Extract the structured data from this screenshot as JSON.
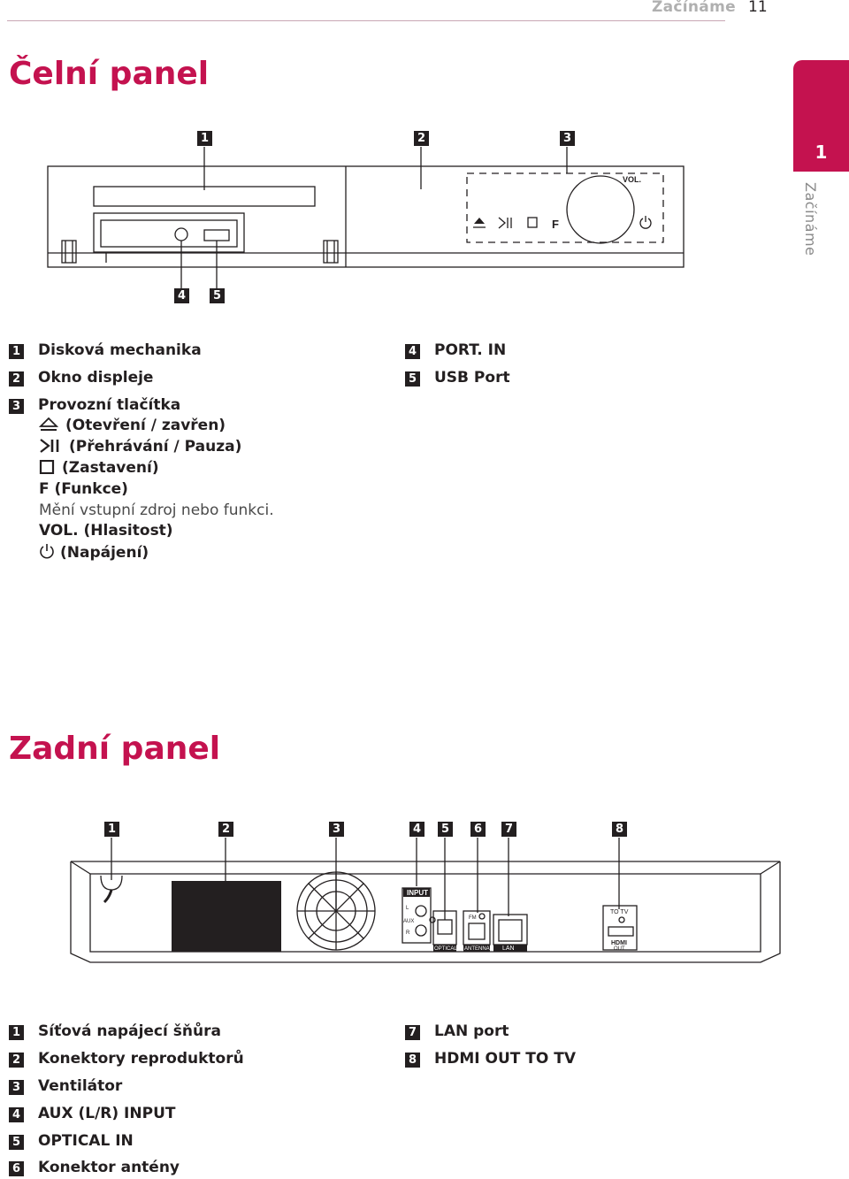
{
  "header": {
    "section": "Začínáme",
    "page": "11"
  },
  "side_tab": {
    "number": "1",
    "label": "Začínáme"
  },
  "front_panel": {
    "title": "Čelní panel",
    "callouts_top": [
      "1",
      "2",
      "3"
    ],
    "callouts_bottom": [
      "4",
      "5"
    ],
    "device_label": "VOL.",
    "device_f": "F",
    "items_left": [
      {
        "num": "1",
        "label": "Disková mechanika"
      },
      {
        "num": "2",
        "label": "Okno displeje"
      },
      {
        "num": "3",
        "label": "Provozní tlačítka"
      }
    ],
    "items_right": [
      {
        "num": "4",
        "label": "PORT. IN"
      },
      {
        "num": "5",
        "label": "USB Port"
      }
    ],
    "buttons": {
      "eject": "(Otevření / zavřen)",
      "play": "(Přehrávání / Pauza)",
      "stop": "(Zastavení)",
      "func": "F (Funkce)",
      "func_desc": "Mění vstupní zdroj nebo funkci.",
      "vol": "VOL. (Hlasitost)",
      "power": "(Napájení)"
    }
  },
  "rear_panel": {
    "title": "Zadní panel",
    "callouts": [
      "1",
      "2",
      "3",
      "4",
      "5",
      "6",
      "7",
      "8"
    ],
    "device_labels": {
      "input": "INPUT",
      "aux_l": "L",
      "aux": "AUX",
      "aux_r": "R",
      "optical": "OPTICAL IN",
      "fm": "FM",
      "antenna": "ANTENNA",
      "lan": "LAN",
      "to_tv": "TO TV",
      "hdmi": "HDMI",
      "out": "OUT"
    },
    "items_left": [
      {
        "num": "1",
        "label": "Síťová napájecí šňůra"
      },
      {
        "num": "2",
        "label": "Konektory reproduktorů"
      },
      {
        "num": "3",
        "label": "Ventilátor"
      },
      {
        "num": "4",
        "label": "AUX (L/R) INPUT"
      },
      {
        "num": "5",
        "label": "OPTICAL IN"
      },
      {
        "num": "6",
        "label": "Konektor antény"
      }
    ],
    "items_right": [
      {
        "num": "7",
        "label": "LAN port"
      },
      {
        "num": "8",
        "label": "HDMI OUT TO TV"
      }
    ]
  }
}
